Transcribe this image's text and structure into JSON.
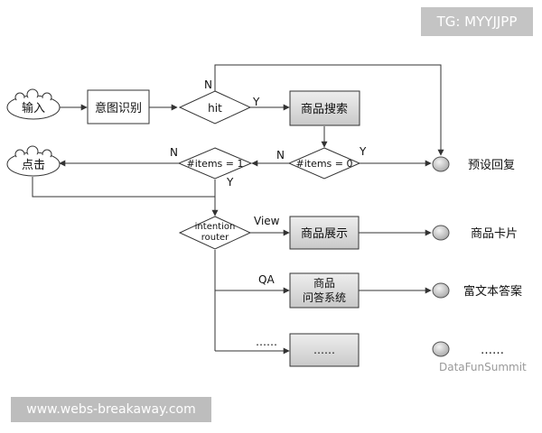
{
  "watermarks": {
    "top_right": "TG: MYYJJPP",
    "bottom_left": "www.webs-breakaway.com",
    "brand": "DataFunSummit"
  },
  "nodes": {
    "input": "输入",
    "intent": "意图识别",
    "hit": "hit",
    "product_search": "商品搜索",
    "items_zero": "#items = 0",
    "items_one": "#items = 1",
    "click": "点击",
    "router_line1": "intention",
    "router_line2": "router",
    "product_display": "商品展示",
    "qa_line1": "商品",
    "qa_line2": "问答系统",
    "more_box": "……"
  },
  "edge_labels": {
    "hit_no": "N",
    "hit_yes": "Y",
    "zero_no": "N",
    "zero_yes": "Y",
    "one_no": "N",
    "one_yes": "Y",
    "view": "View",
    "qa": "QA",
    "more": "……"
  },
  "outputs": {
    "preset_reply": "预设回复",
    "product_card": "商品卡片",
    "rich_text_answer": "富文本答案",
    "more": "……"
  },
  "colors": {
    "box_fill": "#d9d9d9",
    "line": "#333333",
    "terminal_fill": "#d0d0d0"
  }
}
